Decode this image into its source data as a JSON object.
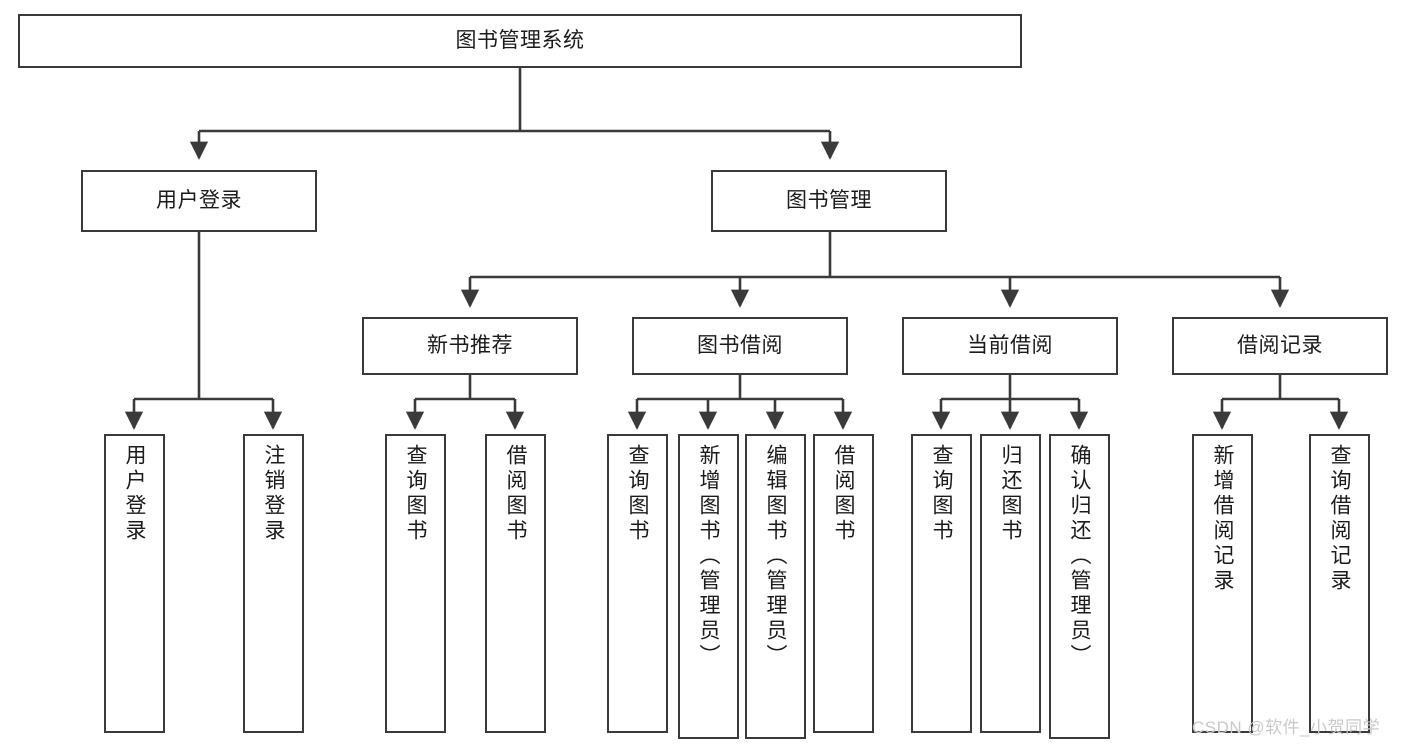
{
  "diagram": {
    "title": "图书管理系统",
    "type": "hierarchy-tree",
    "orientation": "top-down",
    "levels": 4,
    "colors": {
      "box_border": "#3a3a3a",
      "box_fill": "#ffffff",
      "connector": "#3a3a3a",
      "text": "#1b1b1b",
      "watermark": "#c9c9c9",
      "background": "#ffffff"
    }
  },
  "root": {
    "label": "图书管理系统"
  },
  "level2": [
    {
      "label": "用户登录"
    },
    {
      "label": "图书管理"
    }
  ],
  "level3": [
    {
      "label": "新书推荐"
    },
    {
      "label": "图书借阅"
    },
    {
      "label": "当前借阅"
    },
    {
      "label": "借阅记录"
    }
  ],
  "leaves": {
    "user_login": [
      {
        "label": "用户登录"
      },
      {
        "label": "注销登录"
      }
    ],
    "new_book_recommend": [
      {
        "label": "查询图书"
      },
      {
        "label": "借阅图书"
      }
    ],
    "book_borrow": [
      {
        "label": "查询图书"
      },
      {
        "label": "新增图书（管理员）"
      },
      {
        "label": "编辑图书（管理员）"
      },
      {
        "label": "借阅图书"
      }
    ],
    "current_borrow": [
      {
        "label": "查询图书"
      },
      {
        "label": "归还图书"
      },
      {
        "label": "确认归还（管理员）"
      }
    ],
    "borrow_record": [
      {
        "label": "新增借阅记录"
      },
      {
        "label": "查询借阅记录"
      }
    ]
  },
  "watermark": {
    "text": "CSDN @软件_小贺同学"
  }
}
